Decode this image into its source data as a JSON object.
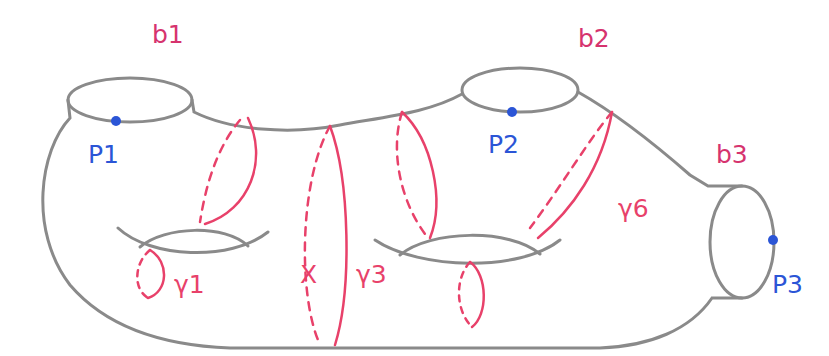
{
  "diagram": {
    "labels": [
      "b1",
      "b2",
      "P1",
      "P2",
      "b3",
      "P3",
      "γ6",
      "γ1",
      "X",
      "γ3"
    ]
  }
}
